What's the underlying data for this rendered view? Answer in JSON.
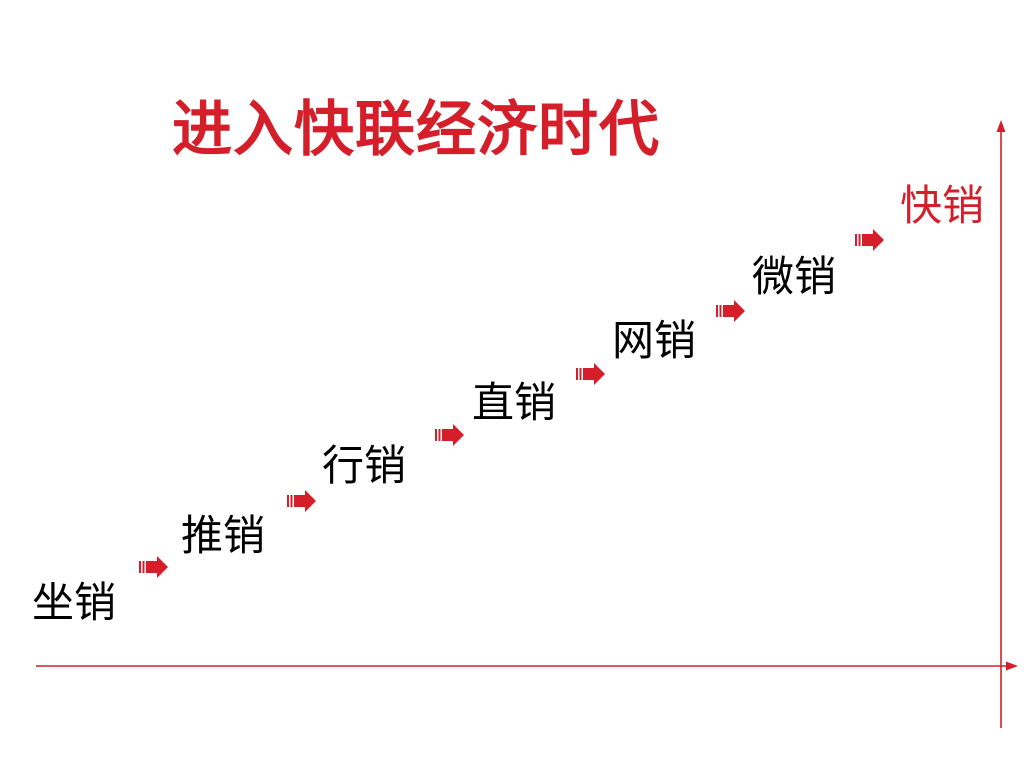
{
  "title": "进入快联经济时代",
  "colors": {
    "accent": "#d41f2b",
    "text": "#000000"
  },
  "steps": [
    {
      "label": "坐销",
      "highlight": false
    },
    {
      "label": "推销",
      "highlight": false
    },
    {
      "label": "行销",
      "highlight": false
    },
    {
      "label": "直销",
      "highlight": false
    },
    {
      "label": "网销",
      "highlight": false
    },
    {
      "label": "微销",
      "highlight": false
    },
    {
      "label": "快销",
      "highlight": true
    }
  ],
  "connector_icon": "right-arrow-icon"
}
